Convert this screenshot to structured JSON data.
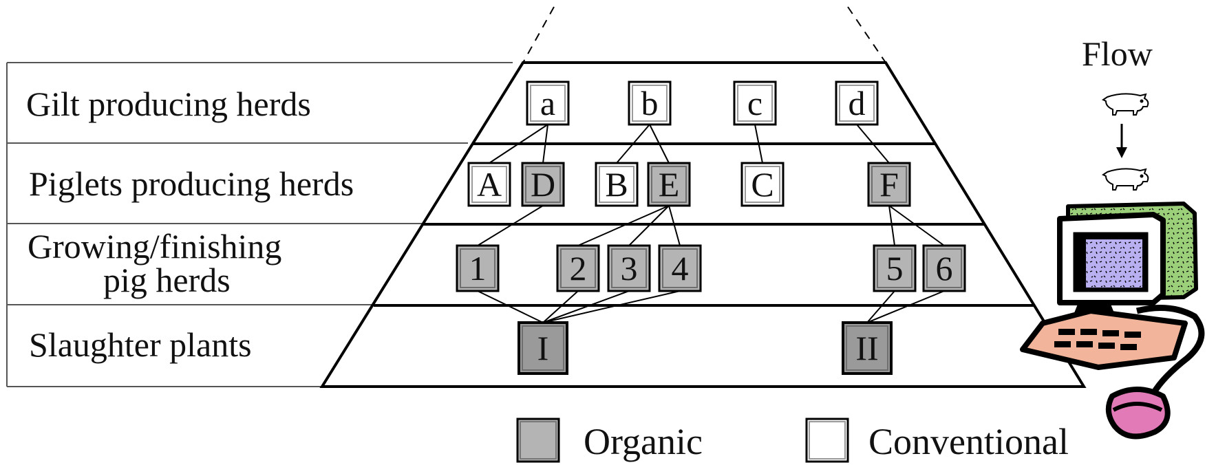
{
  "tiers": [
    {
      "id": "gilt",
      "label_lines": [
        "Gilt producing herds"
      ]
    },
    {
      "id": "piglets",
      "label_lines": [
        "Piglets producing herds"
      ]
    },
    {
      "id": "growing",
      "label_lines": [
        "Growing/finishing",
        "pig  herds"
      ]
    },
    {
      "id": "slaughter",
      "label_lines": [
        "Slaughter plants"
      ]
    }
  ],
  "nodes": [
    {
      "id": "a",
      "label": "a",
      "tier": "gilt",
      "type": "conventional"
    },
    {
      "id": "b",
      "label": "b",
      "tier": "gilt",
      "type": "conventional"
    },
    {
      "id": "c",
      "label": "c",
      "tier": "gilt",
      "type": "conventional"
    },
    {
      "id": "d",
      "label": "d",
      "tier": "gilt",
      "type": "conventional"
    },
    {
      "id": "A",
      "label": "A",
      "tier": "piglets",
      "type": "conventional"
    },
    {
      "id": "D",
      "label": "D",
      "tier": "piglets",
      "type": "organic"
    },
    {
      "id": "B",
      "label": "B",
      "tier": "piglets",
      "type": "conventional"
    },
    {
      "id": "E",
      "label": "E",
      "tier": "piglets",
      "type": "organic"
    },
    {
      "id": "C",
      "label": "C",
      "tier": "piglets",
      "type": "conventional"
    },
    {
      "id": "F",
      "label": "F",
      "tier": "piglets",
      "type": "organic"
    },
    {
      "id": "1",
      "label": "1",
      "tier": "growing",
      "type": "organic"
    },
    {
      "id": "2",
      "label": "2",
      "tier": "growing",
      "type": "organic"
    },
    {
      "id": "3",
      "label": "3",
      "tier": "growing",
      "type": "organic"
    },
    {
      "id": "4",
      "label": "4",
      "tier": "growing",
      "type": "organic"
    },
    {
      "id": "5",
      "label": "5",
      "tier": "growing",
      "type": "organic"
    },
    {
      "id": "6",
      "label": "6",
      "tier": "growing",
      "type": "organic"
    },
    {
      "id": "I",
      "label": "I",
      "tier": "slaughter",
      "type": "organic"
    },
    {
      "id": "II",
      "label": "II",
      "tier": "slaughter",
      "type": "organic"
    }
  ],
  "edges": [
    [
      "a",
      "A"
    ],
    [
      "a",
      "D"
    ],
    [
      "b",
      "B"
    ],
    [
      "b",
      "E"
    ],
    [
      "c",
      "C"
    ],
    [
      "d",
      "F"
    ],
    [
      "D",
      "1"
    ],
    [
      "E",
      "2"
    ],
    [
      "E",
      "3"
    ],
    [
      "E",
      "4"
    ],
    [
      "F",
      "5"
    ],
    [
      "F",
      "6"
    ],
    [
      "1",
      "I"
    ],
    [
      "2",
      "I"
    ],
    [
      "3",
      "I"
    ],
    [
      "4",
      "I"
    ],
    [
      "5",
      "II"
    ],
    [
      "6",
      "II"
    ]
  ],
  "legend": {
    "organic": "Organic",
    "conventional": "Conventional"
  },
  "flow": {
    "label": "Flow"
  },
  "colors": {
    "organic_fill": "#b4b4b4",
    "slaughter_fill": "#9a9a9a",
    "conventional_fill": "#ffffff",
    "line": "#000000"
  },
  "icons": {
    "flow_top": "pig-icon",
    "flow_bottom": "pig-icon",
    "computer": "computer-icon"
  }
}
